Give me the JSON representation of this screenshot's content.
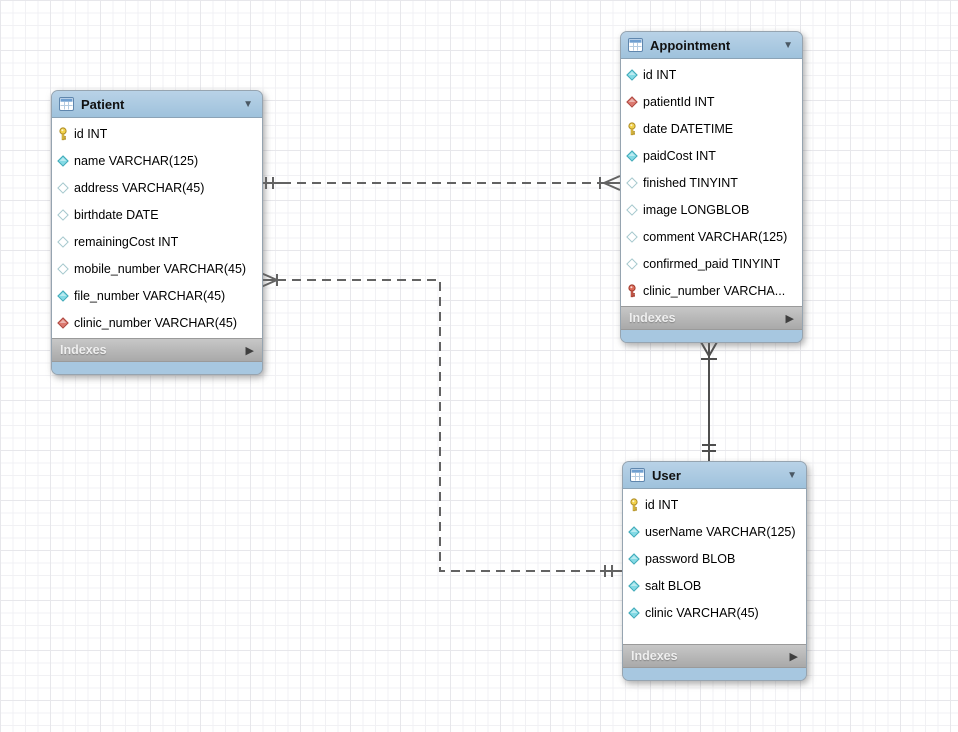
{
  "diagram": {
    "ui": {
      "collapse_icon": "▼",
      "expand_icon": "▶"
    },
    "colors": {
      "table_header_blue": "#a7c7e0",
      "indexes_bar_gray": "#b4b4b4",
      "grid_minor": "#f1f1f4",
      "grid_major": "#e7e7eb",
      "relationship_line": "#636363",
      "key_yellow": "#f2d24b",
      "key_red": "#dd6a58",
      "diamond_cyan": "#84dae5",
      "diamond_red": "#dc7970"
    },
    "tables": [
      {
        "name": "Patient",
        "footer": {
          "label": "Indexes",
          "expand_icon": "▶"
        },
        "columns": [
          {
            "icon": "key-icon-yellow",
            "label": "id INT"
          },
          {
            "icon": "diamond-filled-icon",
            "label": "name VARCHAR(125)"
          },
          {
            "icon": "diamond-hollow-icon",
            "label": "address VARCHAR(45)"
          },
          {
            "icon": "diamond-hollow-icon",
            "label": "birthdate DATE"
          },
          {
            "icon": "diamond-hollow-icon",
            "label": "remainingCost INT"
          },
          {
            "icon": "diamond-hollow-icon",
            "label": "mobile_number VARCHAR(45)"
          },
          {
            "icon": "diamond-filled-icon",
            "label": "file_number VARCHAR(45)"
          },
          {
            "icon": "diamond-red-icon",
            "label": "clinic_number VARCHAR(45)"
          }
        ]
      },
      {
        "name": "Appointment",
        "footer": {
          "label": "Indexes",
          "expand_icon": "▶"
        },
        "columns": [
          {
            "icon": "diamond-filled-icon",
            "label": "id INT"
          },
          {
            "icon": "diamond-red-icon",
            "label": "patientId INT"
          },
          {
            "icon": "key-icon-yellow",
            "label": "date DATETIME"
          },
          {
            "icon": "diamond-filled-icon",
            "label": "paidCost INT"
          },
          {
            "icon": "diamond-hollow-icon",
            "label": "finished TINYINT"
          },
          {
            "icon": "diamond-hollow-icon",
            "label": "image LONGBLOB"
          },
          {
            "icon": "diamond-hollow-icon",
            "label": "comment VARCHAR(125)"
          },
          {
            "icon": "diamond-hollow-icon",
            "label": "confirmed_paid TINYINT"
          },
          {
            "icon": "key-icon-red",
            "label": "clinic_number VARCHA..."
          }
        ]
      },
      {
        "name": "User",
        "footer": {
          "label": "Indexes",
          "expand_icon": "▶"
        },
        "columns": [
          {
            "icon": "key-icon-yellow",
            "label": "id INT"
          },
          {
            "icon": "diamond-filled-icon",
            "label": "userName VARCHAR(125)"
          },
          {
            "icon": "diamond-filled-icon",
            "label": "password BLOB"
          },
          {
            "icon": "diamond-filled-icon",
            "label": "salt BLOB"
          },
          {
            "icon": "diamond-filled-icon",
            "label": "clinic VARCHAR(45)"
          }
        ]
      }
    ],
    "relationships": [
      {
        "between": "Patient and Appointment",
        "style": "dashed non-identifying",
        "patient_end": "exactly one",
        "appointment_end": "many mandatory"
      },
      {
        "between": "User and Patient",
        "style": "dashed non-identifying",
        "user_end": "exactly one",
        "patient_end": "many mandatory"
      },
      {
        "between": "User and Appointment",
        "style": "solid identifying",
        "user_end": "exactly one",
        "appointment_end": "many mandatory"
      }
    ]
  }
}
